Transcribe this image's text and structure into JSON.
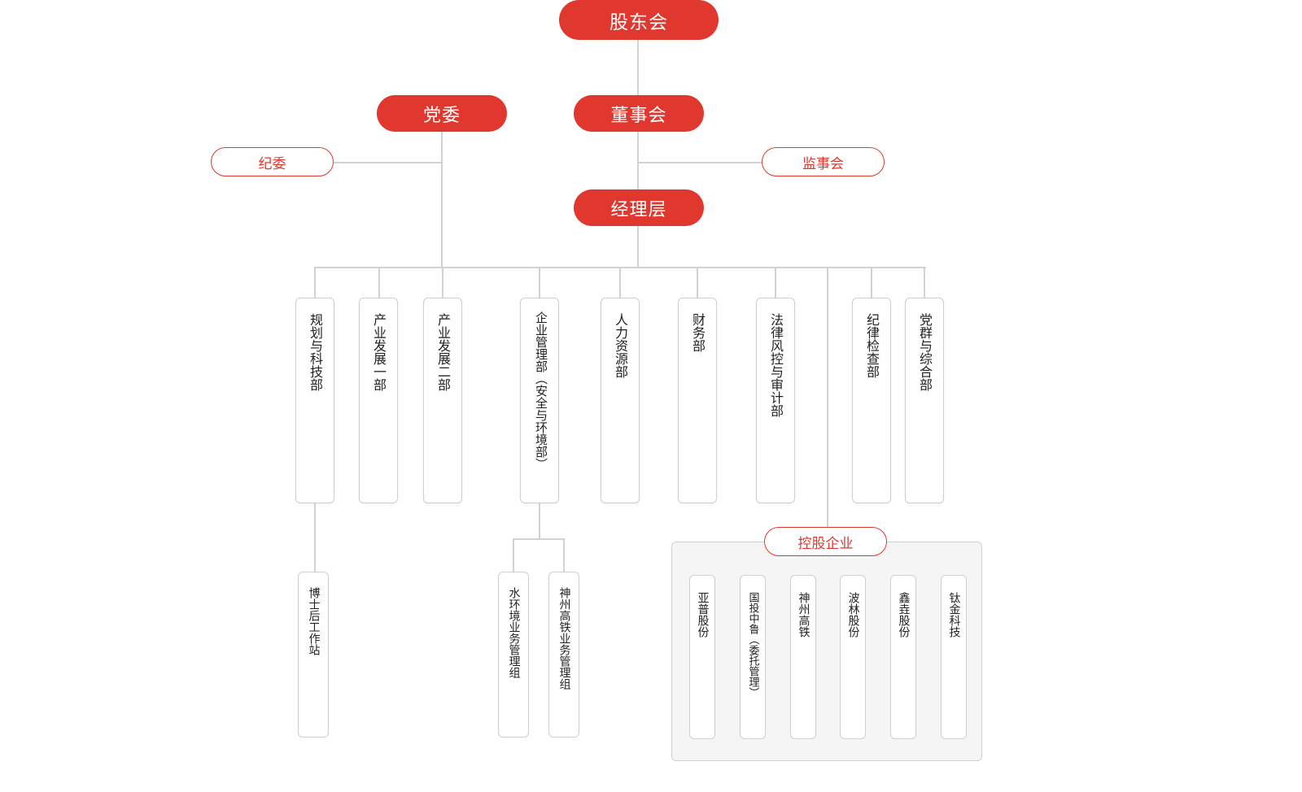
{
  "top": {
    "shareholders": "股东会",
    "party_committee": "党委",
    "board": "董事会",
    "discipline_committee": "纪委",
    "supervisory_board": "监事会",
    "management": "经理层"
  },
  "departments": [
    "规划与科技部",
    "产业发展一部",
    "产业发展二部",
    "企业管理部（安全与环境部）",
    "人力资源部",
    "财务部",
    "法律风控与审计部",
    "纪律检查部",
    "党群与综合部"
  ],
  "sub_units": {
    "postdoc": "博士后工作站",
    "water": "水环境业务管理组",
    "rail": "神州高铁业务管理组"
  },
  "holding": {
    "label": "控股企业",
    "companies": [
      "亚普股份",
      "国投中鲁（委托管理）",
      "神州高铁",
      "波林股份",
      "鑫垚股份",
      "钛金科技"
    ]
  },
  "colors": {
    "accent": "#e0382f",
    "line": "#d2d2d2"
  }
}
